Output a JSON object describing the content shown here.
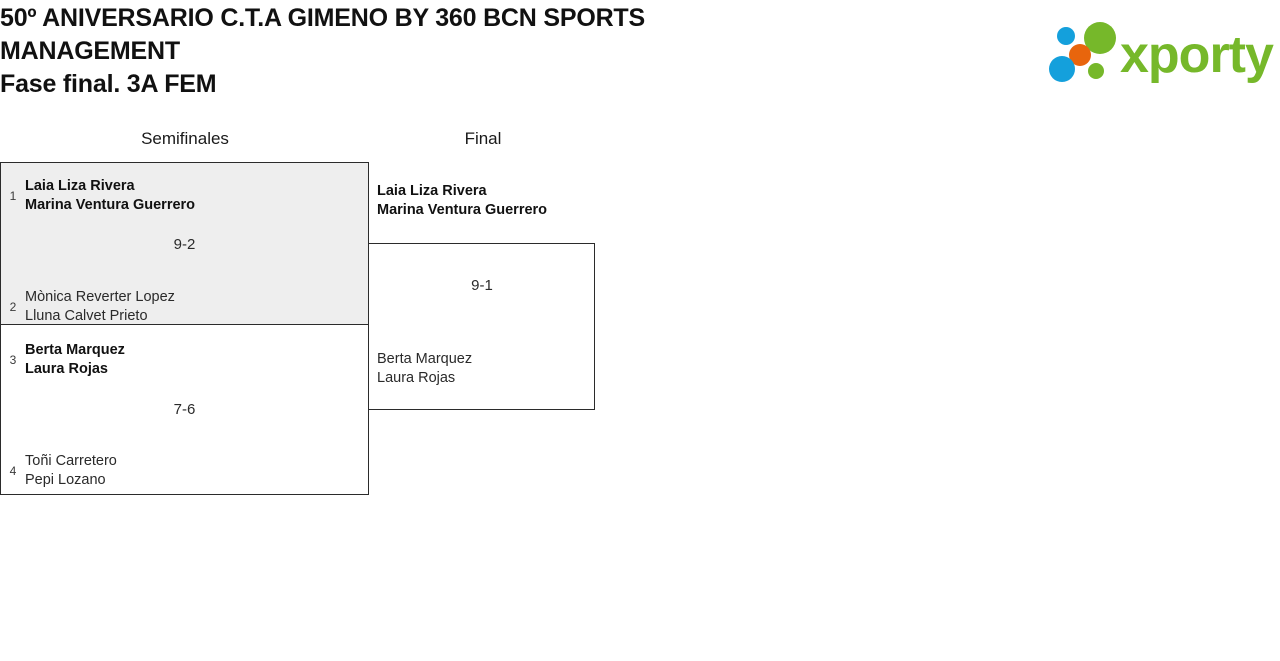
{
  "header": {
    "tournament_title": "50º ANIVERSARIO C.T.A GIMENO BY 360 BCN SPORTS MANAGEMENT",
    "phase_title": "Fase final. 3A FEM",
    "logo": {
      "wordmark": "xporty",
      "icon_name": "xporty-dots-logo",
      "colors": {
        "green": "#76b82a",
        "blue": "#14a0dc",
        "orange": "#e8650d"
      }
    }
  },
  "bracket": {
    "rounds": [
      {
        "id": "semifinals",
        "label": "Semifinales"
      },
      {
        "id": "final",
        "label": "Final"
      }
    ],
    "semifinals": [
      {
        "id": "sf-1",
        "score": "9-2",
        "teams": [
          {
            "seed": "1",
            "player1": "Laia Liza Rivera",
            "player2": "Marina Ventura Guerrero",
            "winner": true
          },
          {
            "seed": "2",
            "player1": "Mònica Reverter Lopez",
            "player2": "Lluna Calvet Prieto",
            "winner": false
          }
        ]
      },
      {
        "id": "sf-2",
        "score": "7-6",
        "teams": [
          {
            "seed": "3",
            "player1": "Berta Marquez",
            "player2": "Laura Rojas",
            "winner": true
          },
          {
            "seed": "4",
            "player1": "Toñi Carretero",
            "player2": "Pepi Lozano",
            "winner": false
          }
        ]
      }
    ],
    "final": {
      "id": "final-1",
      "score": "9-1",
      "teams": [
        {
          "player1": "Laia Liza Rivera",
          "player2": "Marina Ventura Guerrero",
          "winner": true
        },
        {
          "player1": "Berta Marquez",
          "player2": "Laura Rojas",
          "winner": false
        }
      ]
    }
  }
}
